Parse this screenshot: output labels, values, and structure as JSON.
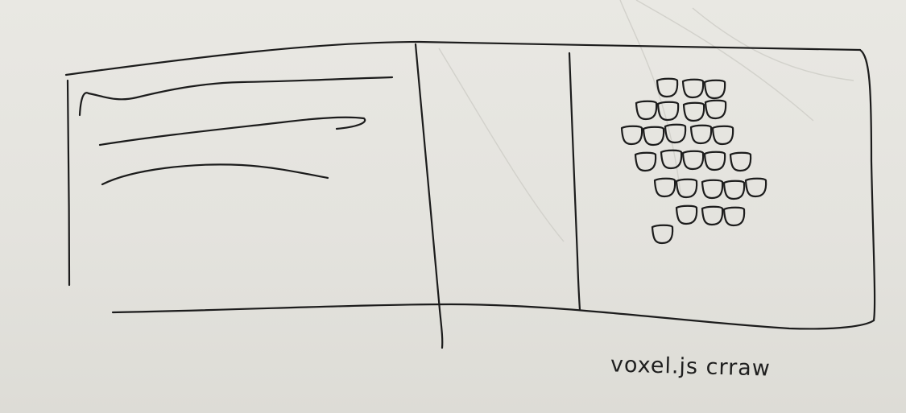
{
  "caption": {
    "text": "voxel.js crraw"
  },
  "voxel_grid": {
    "rows": [
      3,
      4,
      5,
      5,
      5,
      3,
      1
    ]
  }
}
